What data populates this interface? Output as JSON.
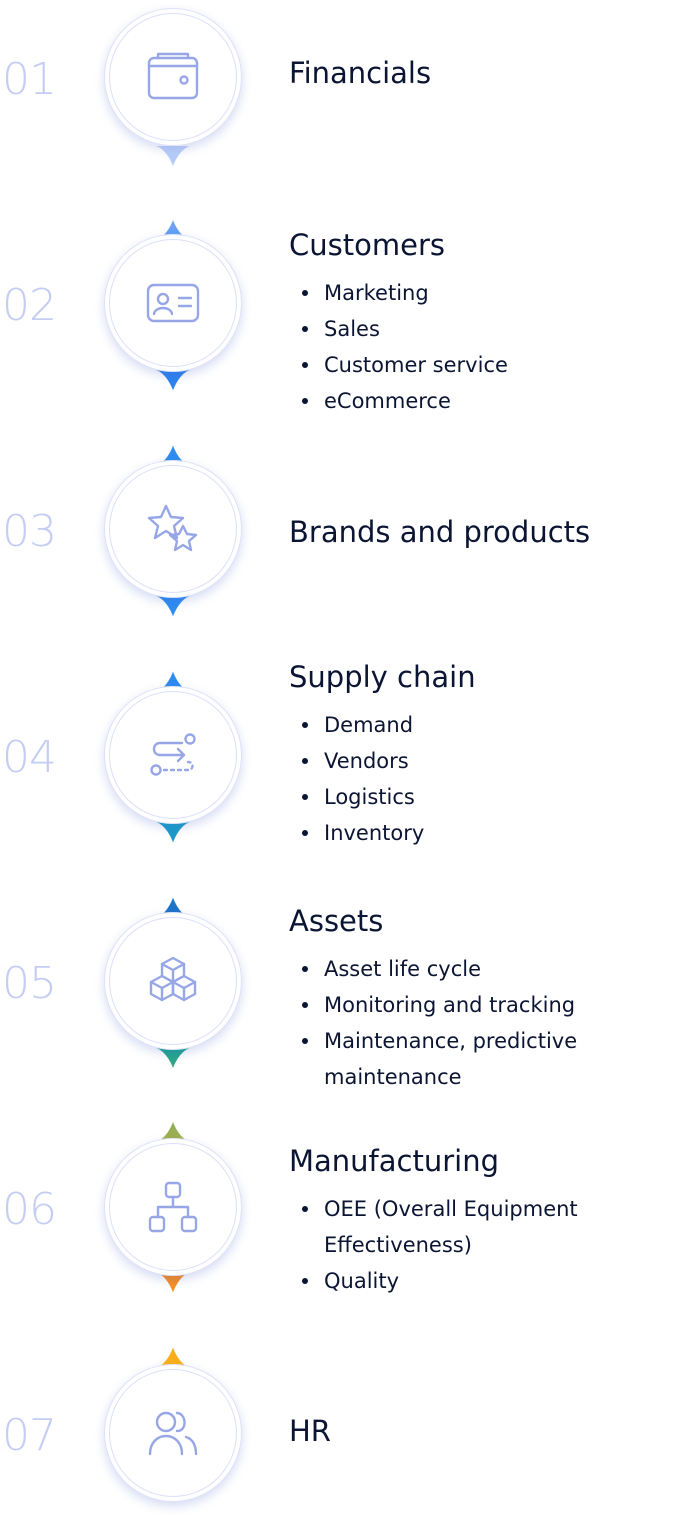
{
  "steps": [
    {
      "number": "01",
      "title": "Financials",
      "icon": "wallet-icon",
      "items": []
    },
    {
      "number": "02",
      "title": "Customers",
      "icon": "id-card-icon",
      "items": [
        "Marketing",
        "Sales",
        "Customer service",
        "eCommerce"
      ]
    },
    {
      "number": "03",
      "title": "Brands and products",
      "icon": "stars-icon",
      "items": []
    },
    {
      "number": "04",
      "title": "Supply chain",
      "icon": "route-icon",
      "items": [
        "Demand",
        "Vendors",
        "Logistics",
        "Inventory"
      ]
    },
    {
      "number": "05",
      "title": "Assets",
      "icon": "boxes-icon",
      "items": [
        "Asset life cycle",
        "Monitoring and tracking",
        "Maintenance, predictive maintenance"
      ]
    },
    {
      "number": "06",
      "title": "Manufacturing",
      "icon": "hierarchy-icon",
      "items": [
        "OEE (Overall Equipment Effectiveness)",
        "Quality"
      ]
    },
    {
      "number": "07",
      "title": "HR",
      "icon": "users-icon",
      "items": []
    }
  ],
  "colors": {
    "number": "#c6cdf3",
    "icon": "#97a6e6",
    "text": "#0b1533",
    "connectors": [
      "#a9c3f7",
      "#2e8af0",
      "#2e8af0",
      "#1e78d0",
      "#9ab04a",
      "#f6a020"
    ]
  }
}
